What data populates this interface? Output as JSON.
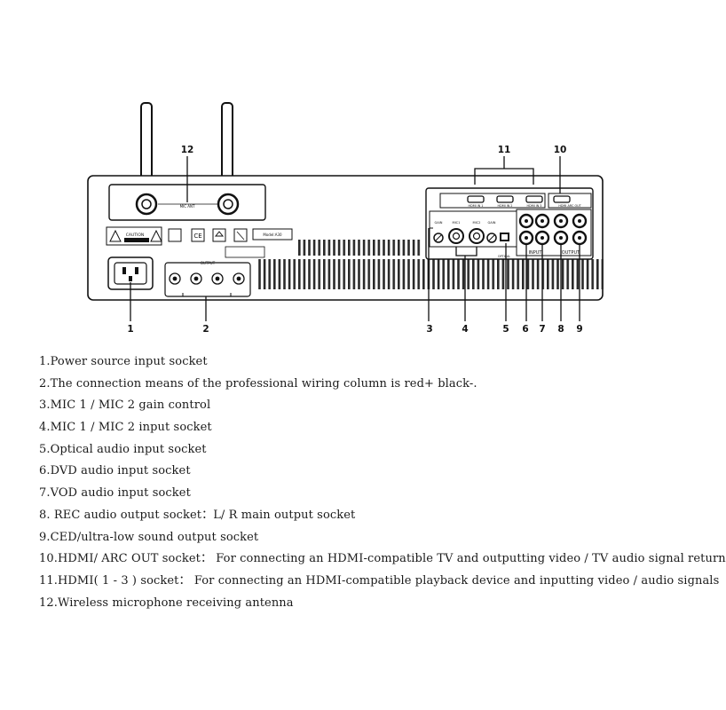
{
  "callouts": [
    "1",
    "2",
    "3",
    "4",
    "5",
    "6",
    "7",
    "8",
    "9",
    "10",
    "11",
    "12"
  ],
  "panel_labels": {
    "antenna": "MIC ANT",
    "hdmi1": "HDMI IN 1",
    "hdmi2": "HDMI IN 2",
    "hdmi3": "HDMI IN 3",
    "hdmi_arc": "HDMI ARC OUT",
    "output": "OUTPUT",
    "input": "INPUT",
    "output_right": "OUTPUT",
    "gain1": "GAIN",
    "mic1": "MIC1",
    "mic2": "MIC2",
    "gain2": "GAIN",
    "optical": "OPTICAL",
    "caution": "CAUTION",
    "model": "Model:A30"
  },
  "legend": [
    "1.Power source input socket",
    "2.The connection means of the professional wiring column is red+ black-.",
    "3.MIC 1 / MIC 2 gain control",
    "4.MIC 1 / MIC 2 input socket",
    "5.Optical audio input socket",
    "6.DVD audio input socket",
    "7.VOD audio input socket",
    "8. REC audio output socket：L/ R main output socket",
    "9.CED/ultra-low sound output socket",
    "10.HDMI/ ARC OUT socket： For connecting an HDMI-compatible TV and outputting video / TV audio signal return",
    "11.HDMI( 1 - 3 ) socket： For connecting an HDMI-compatible playback device and inputting video / audio signals",
    "12.Wireless microphone receiving antenna"
  ]
}
